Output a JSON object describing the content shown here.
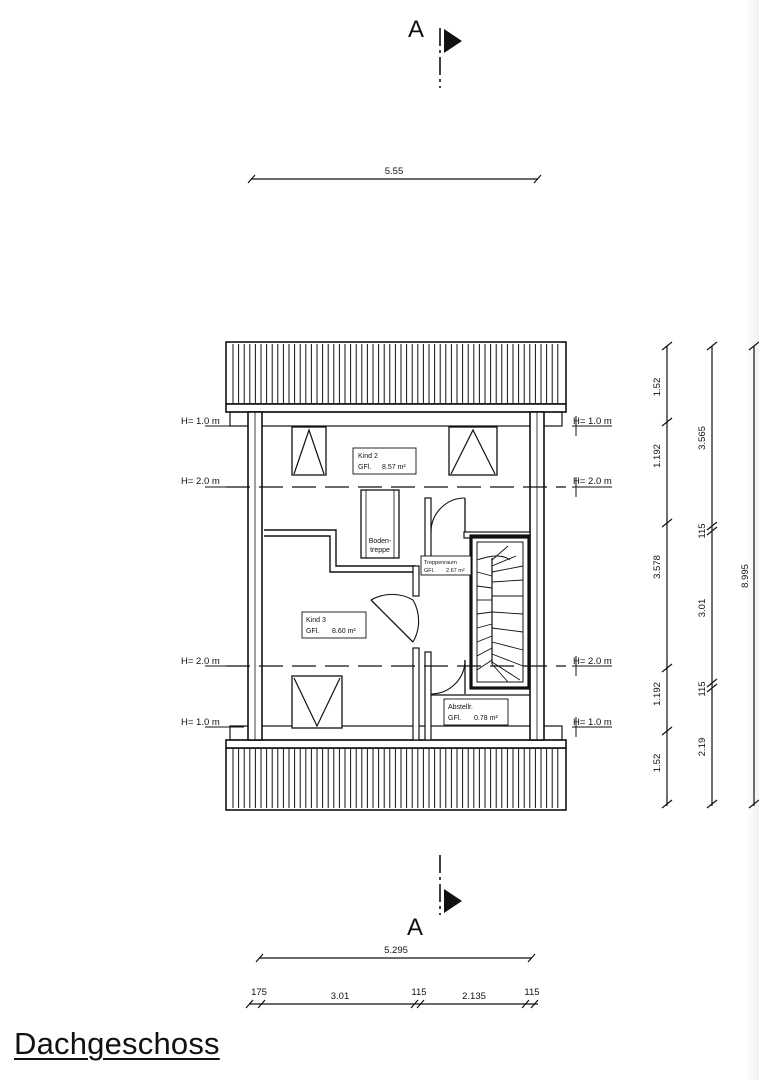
{
  "section_markers": {
    "top": "A",
    "bottom": "A"
  },
  "dimensions": {
    "top_total": "5.55",
    "bottom_total": "5.295",
    "bottom_chain": [
      "175",
      "3.01",
      "115",
      "2.135",
      "115"
    ],
    "right_chain_1": [
      "1.52",
      "1.192",
      "3.578",
      "1.192",
      "1.52"
    ],
    "right_chain_2": [
      "3.565",
      "115",
      "3.01",
      "115",
      "2.19"
    ],
    "right_total": "8.995"
  },
  "height_marks": {
    "h1_0": "H= 1.0 m",
    "h2_0": "H= 2.0 m"
  },
  "rooms": {
    "kind2": {
      "name": "Kind 2",
      "area_label": "GFl.",
      "area": "8.57 m²"
    },
    "kind3": {
      "name": "Kind 3",
      "area_label": "GFl.",
      "area": "8.60 m²"
    },
    "treppenraum": {
      "name": "Treppenraum",
      "area_label": "GFl.",
      "area": "2.67 m²"
    },
    "abstell": {
      "name": "Abstellr.",
      "area_label": "GFl.",
      "area": "0.78 m²"
    },
    "bodentreppe": {
      "line1": "Boden-",
      "line2": "treppe"
    }
  },
  "title": "Dachgeschoss"
}
